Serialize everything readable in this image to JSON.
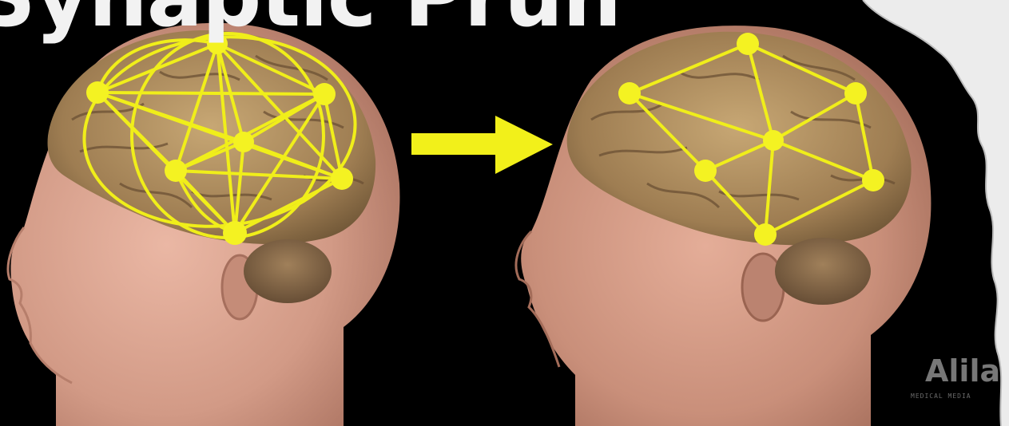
{
  "image": {
    "title_fragment": "Synaptic Prun",
    "watermark": "Alila",
    "watermark_sub": "MEDICAL MEDIA",
    "colors": {
      "background": "#000000",
      "network": "#f0ee1a",
      "node": "#f4f222",
      "arrow": "#f2f01a",
      "skin": "#d9a28f",
      "brain": "#9a7a50",
      "torn_paper": "#ececec"
    }
  }
}
